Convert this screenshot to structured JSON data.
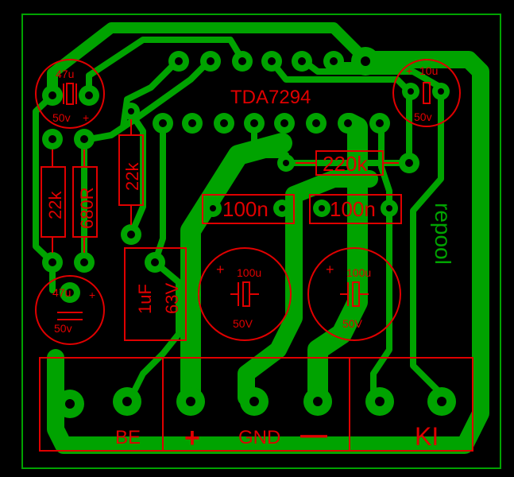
{
  "board": {
    "colors": {
      "background": "#000000",
      "copper": "#00a300",
      "silk": "#e00000",
      "outline": "#00a300",
      "pad_hole": "#000000",
      "logo": "#00a300"
    }
  },
  "labels": {
    "chip": "TDA7294",
    "r_220k_top": "220k",
    "r_22k_left": "22k",
    "r_680R": "680R",
    "r_22k_mid": "22k",
    "c_100n_a": "100n",
    "c_100n_b": "100n",
    "c_1uF_a": "1uF",
    "c_1uF_b": "63V",
    "c_47u_top_val": "47u",
    "c_47u_top_volt": "50v",
    "c_47u_bot_val": "47u",
    "c_47u_bot_volt": "50v",
    "c_10u_val": "10u",
    "c_10u_volt": "50v",
    "c_100u_a_val": "100u",
    "c_100u_a_volt": "50V",
    "c_100u_b_val": "100u",
    "c_100u_b_volt": "50V",
    "conn_be": "BE",
    "conn_plus": "+",
    "conn_gnd": "GND",
    "conn_minus": "—",
    "conn_ki": "KI",
    "plus_sign": "+",
    "logo": "repool"
  }
}
